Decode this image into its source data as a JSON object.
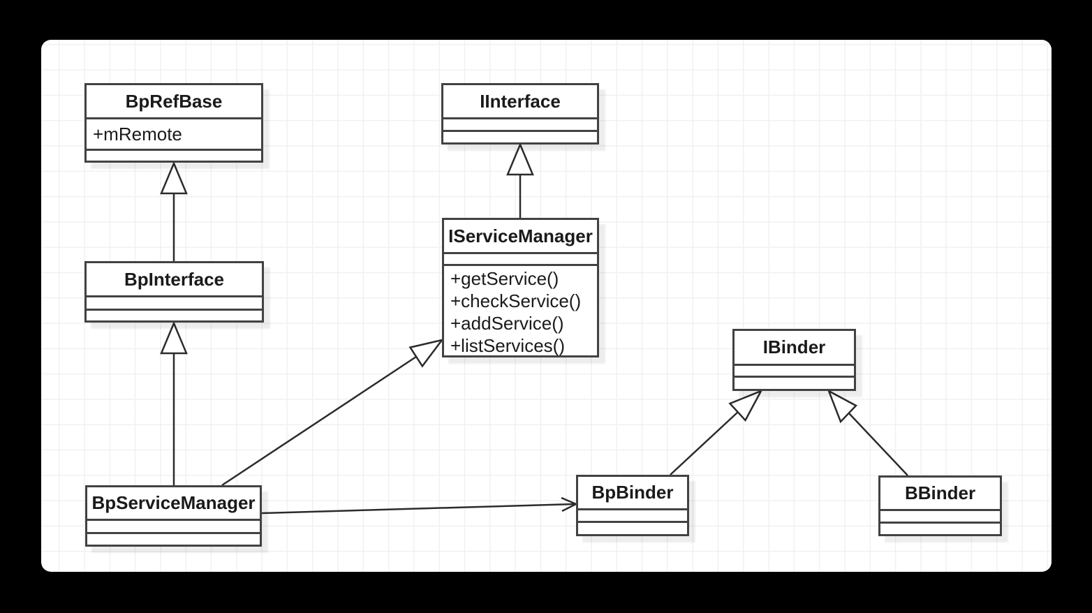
{
  "colors": {
    "frame_background": "#000000",
    "canvas_background": "#ffffff",
    "grid_line": "#f1f1f1",
    "box_border": "#424242",
    "connector_stroke": "#2b2b2b",
    "text": "#1a1a1a"
  },
  "diagram": {
    "type": "uml-class-diagram",
    "classes": [
      {
        "name": "BpRefBase",
        "attributes": [
          "+mRemote"
        ],
        "methods": []
      },
      {
        "name": "IInterface",
        "attributes": [],
        "methods": []
      },
      {
        "name": "IServiceManager",
        "attributes": [],
        "methods": [
          "+getService()",
          "+checkService()",
          "+addService()",
          "+listServices()"
        ]
      },
      {
        "name": "BpInterface",
        "attributes": [],
        "methods": []
      },
      {
        "name": "BpServiceManager",
        "attributes": [],
        "methods": []
      },
      {
        "name": "IBinder",
        "attributes": [],
        "methods": []
      },
      {
        "name": "BpBinder",
        "attributes": [],
        "methods": []
      },
      {
        "name": "BBinder",
        "attributes": [],
        "methods": []
      }
    ],
    "relationships": [
      {
        "from": "BpInterface",
        "to": "BpRefBase",
        "type": "generalization"
      },
      {
        "from": "IServiceManager",
        "to": "IInterface",
        "type": "generalization"
      },
      {
        "from": "BpServiceManager",
        "to": "BpInterface",
        "type": "generalization"
      },
      {
        "from": "BpServiceManager",
        "to": "IServiceManager",
        "type": "generalization"
      },
      {
        "from": "BpBinder",
        "to": "IBinder",
        "type": "generalization"
      },
      {
        "from": "BBinder",
        "to": "IBinder",
        "type": "generalization"
      },
      {
        "from": "BpServiceManager",
        "to": "BpBinder",
        "type": "association"
      }
    ]
  }
}
